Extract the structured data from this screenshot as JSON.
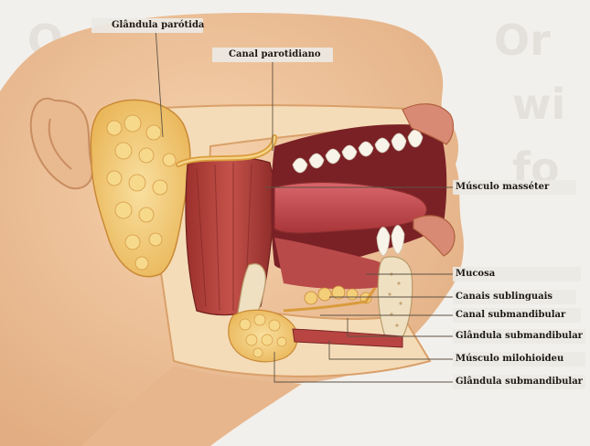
{
  "labels": {
    "parotid_gland": "Glândula parótida",
    "parotid_duct": "Canal parotidiano",
    "masseter": "Músculo masséter",
    "mucosa": "Mucosa",
    "sublingual_ducts": "Canais sublinguais",
    "submandibular_duct": "Canal submandibular",
    "submandibular_gland_1": "Glândula submandibular",
    "mylohyoid": "Músculo milohioideu",
    "submandibular_gland_2": "Glândula submandibular"
  },
  "colors": {
    "skin": "#f3c9a0",
    "skin_shadow": "#d9a479",
    "gland": "#f2c870",
    "gland_light": "#f8dd98",
    "muscle": "#b8403a",
    "muscle_dark": "#8a2a28",
    "tongue": "#c84a4e",
    "mouth_dark": "#6e1c20",
    "teeth": "#f7f3ea",
    "bone": "#f1e6cc",
    "duct": "#e7b24c",
    "leader": "#6a5a48"
  }
}
